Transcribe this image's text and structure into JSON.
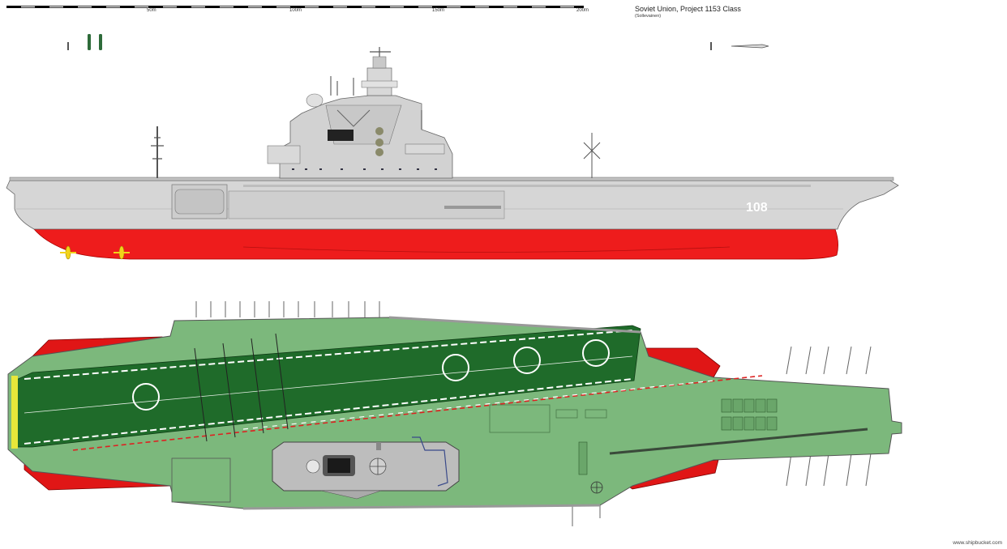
{
  "header": {
    "title": "Soviet Union, Project 1153 Class",
    "subtitle": "(Sollevainen)"
  },
  "scale_bar": {
    "labels": [
      "50m",
      "100m",
      "150m",
      "200m"
    ]
  },
  "side_view": {
    "hull_number": "108",
    "colors": {
      "hull_grey": "#d4d4d4",
      "superstructure_grey": "#c8c8c8",
      "antifouling_red": "#ee1c1c",
      "propeller_yellow": "#f2d21a"
    }
  },
  "top_view": {
    "colors": {
      "deck_green": "#7cb87c",
      "landing_strip_green": "#1f6b2a",
      "sponson_red": "#e01616",
      "edge_grey": "#b9b9b9"
    }
  },
  "footer": {
    "credit": "www.shipbucket.com"
  }
}
